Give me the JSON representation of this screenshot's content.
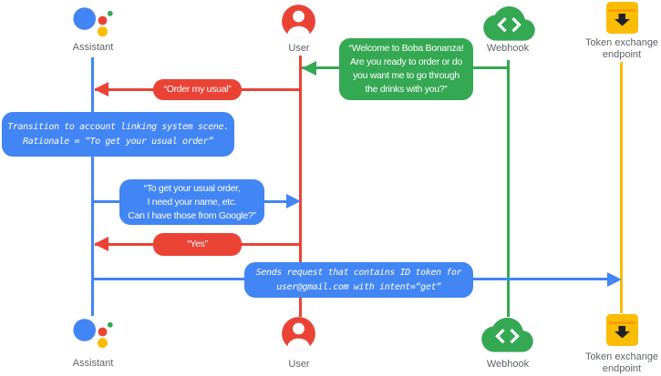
{
  "diagram_type": "sequence-diagram",
  "colors": {
    "assistant_blue": "#4285F4",
    "user_red": "#EA4335",
    "webhook_green": "#34A853",
    "token_yellow": "#FBBC04",
    "label_gray": "#5F6368",
    "bubble_text": "#FFFFFF"
  },
  "actors": [
    {
      "id": "assistant",
      "label": "Assistant",
      "icon": "google-assistant-icon",
      "color": "#4285F4"
    },
    {
      "id": "user",
      "label": "User",
      "icon": "user-avatar-icon",
      "color": "#EA4335"
    },
    {
      "id": "webhook",
      "label": "Webhook",
      "icon": "cloud-code-icon",
      "color": "#34A853"
    },
    {
      "id": "token_endpoint",
      "label": "Token exchange\nendpoint",
      "icon": "download-tray-icon",
      "color": "#FBBC04"
    }
  ],
  "messages": [
    {
      "id": "welcome",
      "from": "Webhook",
      "to": "User",
      "kind": "speech",
      "color": "#34A853",
      "text": "“Welcome to Boba Bonanza!\nAre you ready to order or do\nyou want me to go through\nthe drinks with you?”"
    },
    {
      "id": "order_my_usual",
      "from": "User",
      "to": "Assistant",
      "kind": "speech",
      "color": "#EA4335",
      "text": "“Order my usual”"
    },
    {
      "id": "transition_note",
      "from": "Assistant",
      "to": "Assistant",
      "kind": "system-note",
      "color": "#4285F4",
      "text": "Transition to account linking system scene.\nRationale = “To get your usual order”"
    },
    {
      "id": "ask_permission",
      "from": "Assistant",
      "to": "User",
      "kind": "speech",
      "color": "#4285F4",
      "text": "“To get your usual order,\nI need your name, etc.\nCan I have those from Google?”"
    },
    {
      "id": "yes",
      "from": "User",
      "to": "Assistant",
      "kind": "speech",
      "color": "#EA4335",
      "text": "“Yes”"
    },
    {
      "id": "sends_request",
      "from": "Assistant",
      "to": "Token exchange endpoint",
      "kind": "system-note",
      "color": "#4285F4",
      "text": "Sends request that contains ID token for\nuser@gmail.com with intent=“get”"
    }
  ]
}
